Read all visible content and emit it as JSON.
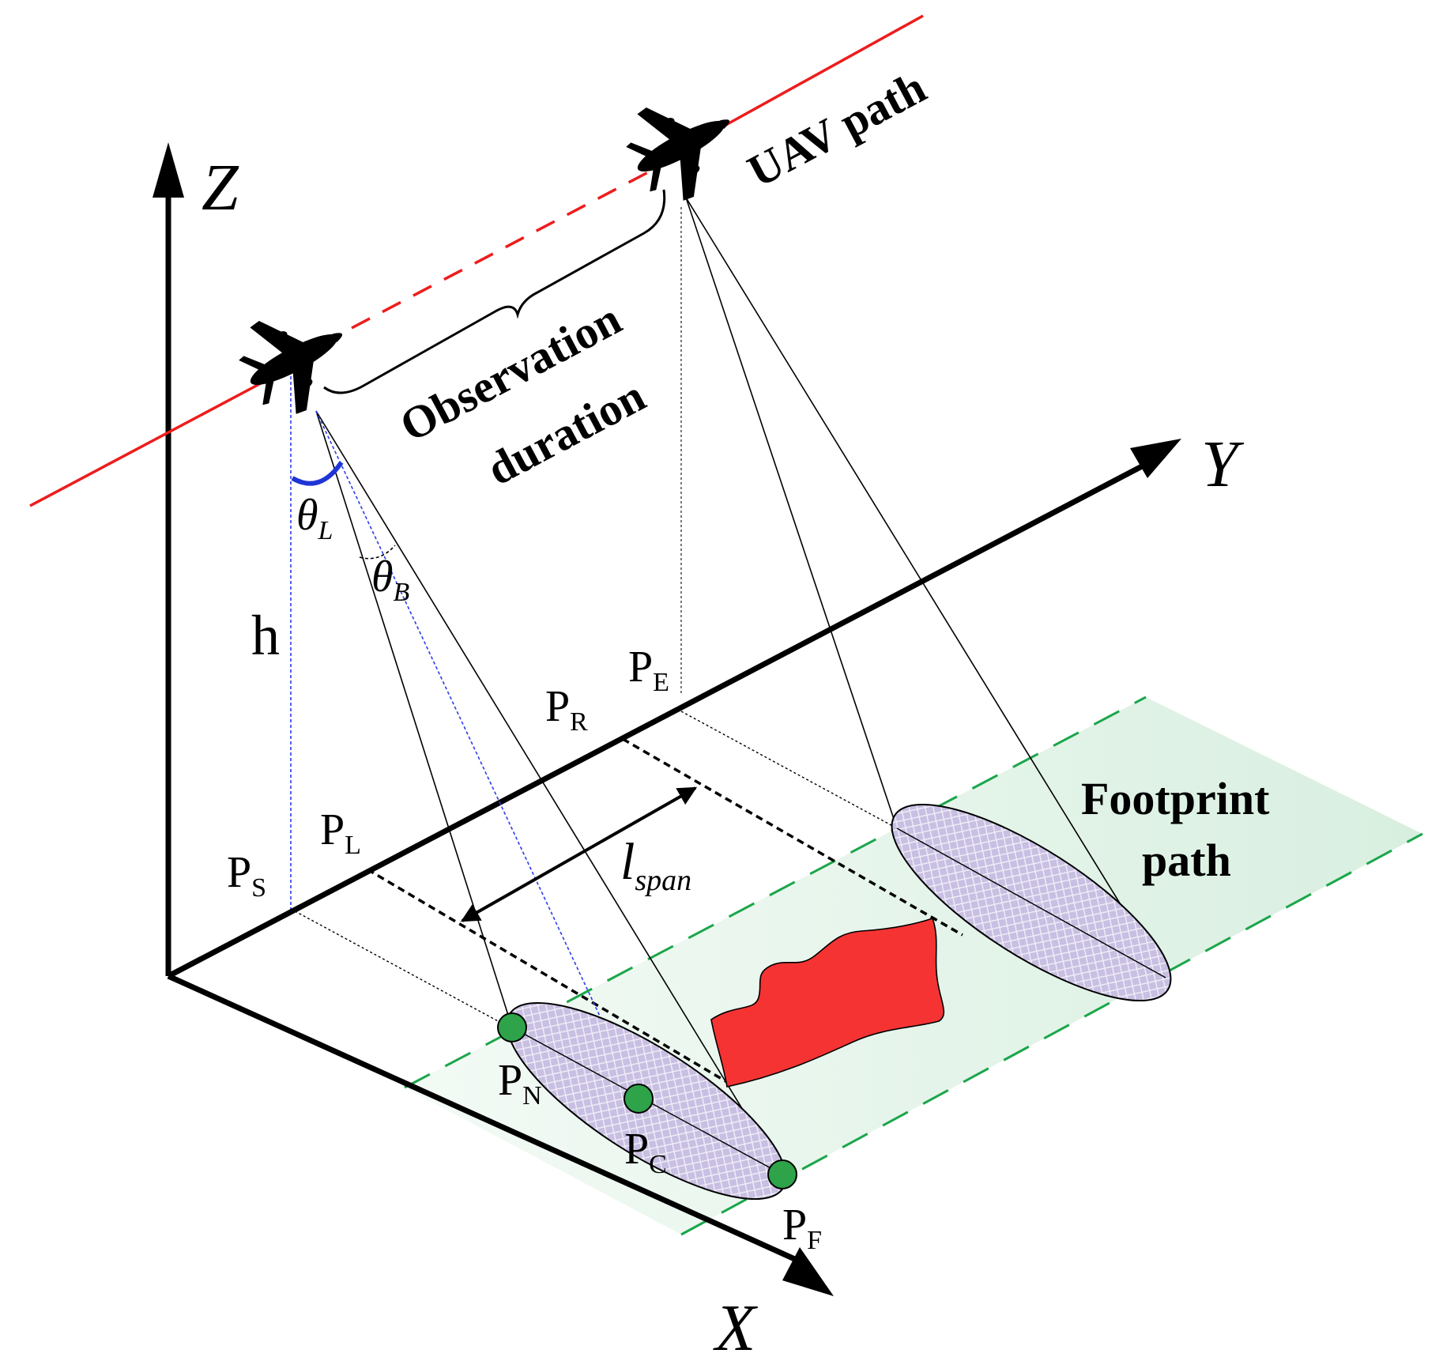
{
  "axes": {
    "x": "X",
    "y": "Y",
    "z": "Z"
  },
  "labels": {
    "uav_path": "UAV path",
    "observation_line1": "Observation",
    "observation_line2": "duration",
    "footprint_line1": "Footprint",
    "footprint_line2": "path",
    "height": "h",
    "span_main": "l",
    "span_sub": "span",
    "theta_l_main": "θ",
    "theta_l_sub": "L",
    "theta_b_main": "θ",
    "theta_b_sub": "B"
  },
  "points": {
    "ps": {
      "main": "P",
      "sub": "S"
    },
    "pl": {
      "main": "P",
      "sub": "L"
    },
    "pr": {
      "main": "P",
      "sub": "R"
    },
    "pe": {
      "main": "P",
      "sub": "E"
    },
    "pn": {
      "main": "P",
      "sub": "N"
    },
    "pc": {
      "main": "P",
      "sub": "C"
    },
    "pf": {
      "main": "P",
      "sub": "F"
    }
  },
  "colors": {
    "uav_path": "#ee1c1c",
    "footprint_band": "#dff1e6",
    "footprint_dash": "#1aa64a",
    "ellipse_fill": "#c7bde0",
    "target": "#f53333",
    "point_marker": "#2ea34a",
    "beam_center": "#2a3cf0",
    "theta_arc": "#1f35d6"
  },
  "icons": [
    "uav-airplane-icon",
    "uav-airplane-icon"
  ]
}
